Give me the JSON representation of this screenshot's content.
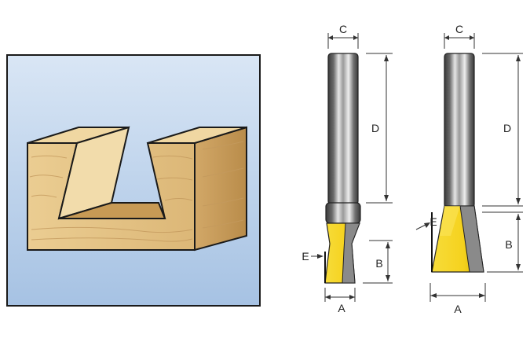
{
  "panel": {
    "bg_top": "#d7e4f4",
    "bg_bottom": "#a8c4e4",
    "border": "#1a1a1a",
    "wood_face": "#e8c98c",
    "wood_side": "#c99a55",
    "wood_dark": "#a87a3a"
  },
  "bit_small": {
    "label_c": "C",
    "label_d": "D",
    "label_b": "B",
    "label_a": "A",
    "label_e": "E"
  },
  "bit_large": {
    "label_c": "C",
    "label_d": "D",
    "label_b": "B",
    "label_a": "A",
    "label_e": "E"
  },
  "colors": {
    "shank_dark": "#4a4a4a",
    "shank_light": "#d8d8d8",
    "blade_yellow": "#f5d21e",
    "blade_shadow": "#c9a600",
    "dim_line": "#333333"
  }
}
